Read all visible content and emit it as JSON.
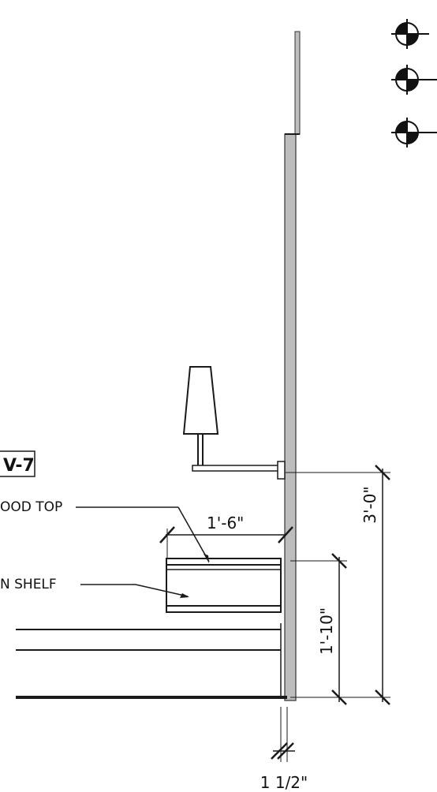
{
  "tag": "V-7",
  "labels": {
    "top": "OOD TOP",
    "shelf": "N SHELF"
  },
  "dimensions": {
    "shelf_depth": "1'-6\"",
    "shelf_height": "1'-10\"",
    "sconce_height": "3'-0\"",
    "panel_thickness": "1 1/2\""
  },
  "colors": {
    "ink": "#1a1a1a",
    "wall_fill": "#bdbdbd",
    "grey_line": "#9a9a9a"
  },
  "icons": [
    "elevation-marker-icon",
    "elevation-marker-icon",
    "elevation-marker-icon"
  ]
}
